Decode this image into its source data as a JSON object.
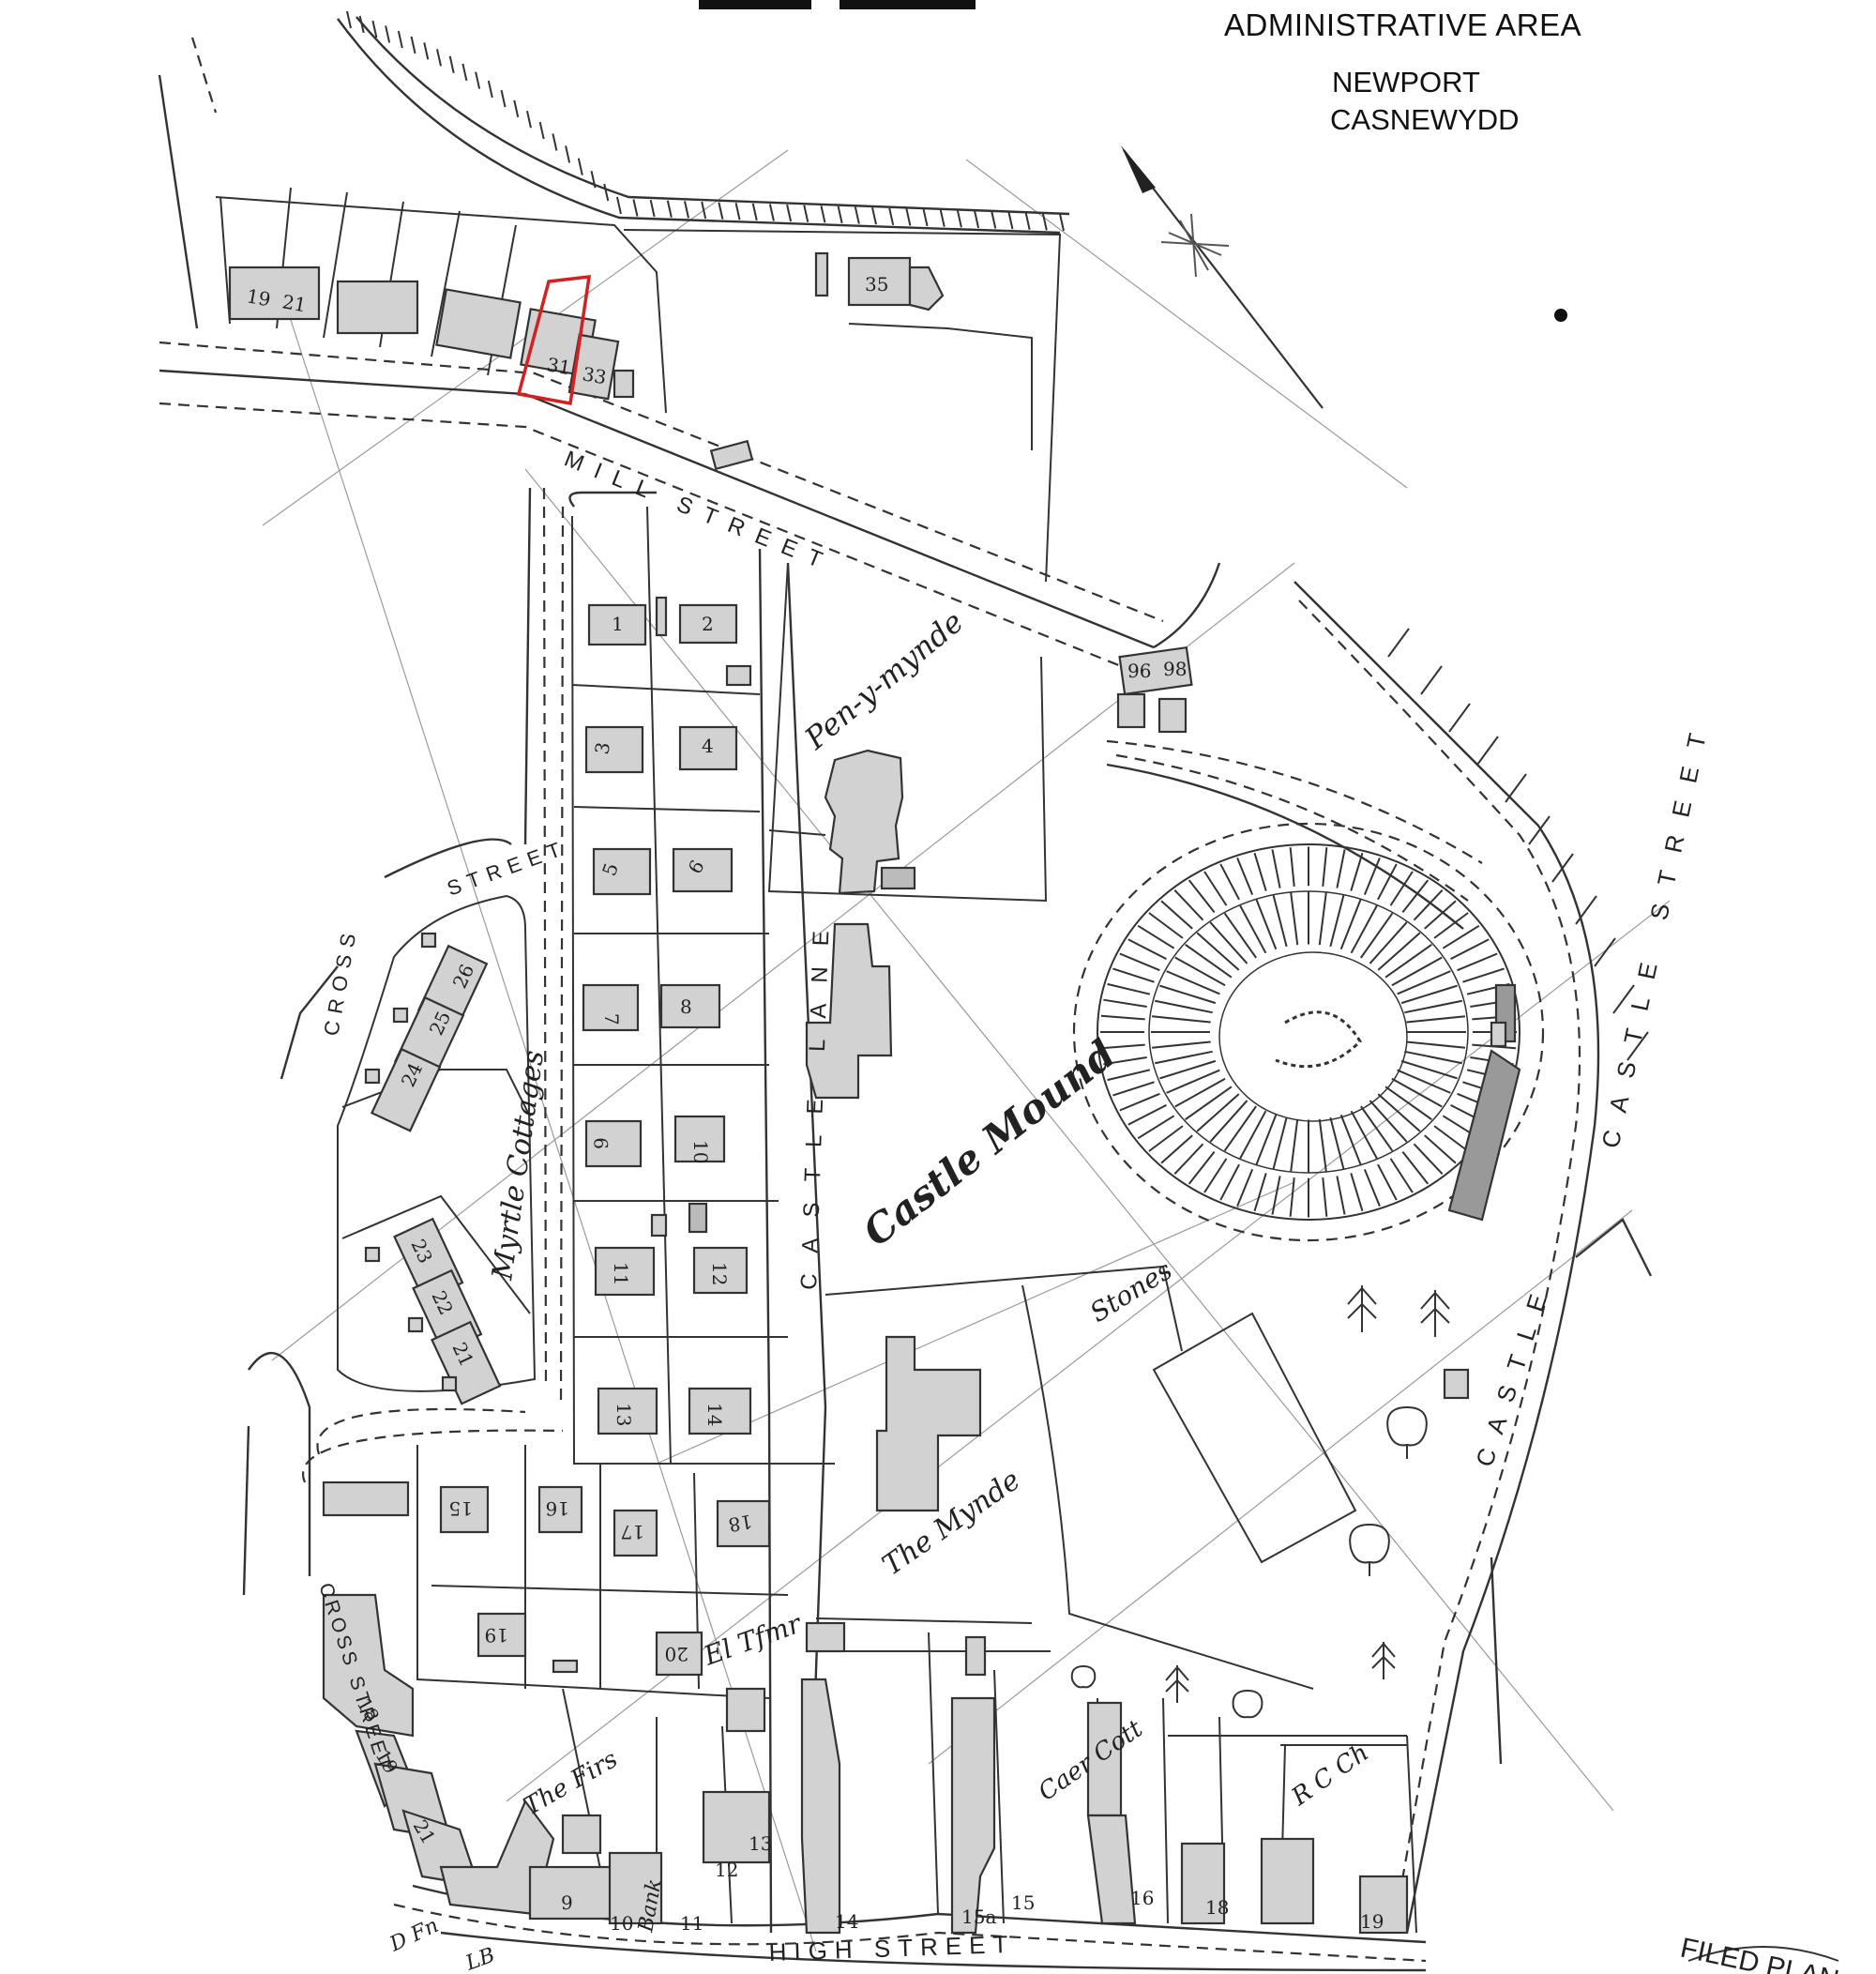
{
  "header": {
    "title": "ADMINISTRATIVE AREA",
    "area_en": "NEWPORT",
    "area_cy": "CASNEWYDD"
  },
  "map": {
    "streets": {
      "mill": "MILL STREET",
      "cross_upper": "CROSS",
      "cross_street_upper": "STREET",
      "castle_lane": "CASTLE LANE",
      "castle_street_upper": "CASTLE STREET",
      "castle_street_lower": "CASTLE",
      "cross_street_lower": "CROSS STREET",
      "high": "HIGH STREET"
    },
    "places": {
      "pen_y_mynde": "Pen-y-mynde",
      "castle_mound": "Castle Mound",
      "stones": "Stones",
      "myrtle_cottages": "Myrtle Cottages",
      "the_mynde": "The Mynde",
      "el_tfmr": "El Tfmr",
      "the_firs": "The Firs",
      "caer_cott": "Caer Cott",
      "rc_ch": "R C Ch",
      "bank": "Bank",
      "d_fn": "D Fn",
      "lb": "LB"
    },
    "stamp": "FILED PLAN",
    "highlighted_plot": "31",
    "highlight_color": "#d42020",
    "house_numbers": {
      "n19": "19",
      "n21": "21",
      "n31": "31",
      "n33": "33",
      "n35": "35",
      "n96": "96",
      "n98": "98",
      "p1": "1",
      "p2": "2",
      "p3": "3",
      "p4": "4",
      "p5": "5",
      "p6": "6",
      "p7": "7",
      "p8": "8",
      "p9": "9",
      "p10": "10",
      "p11": "11",
      "p12": "12",
      "p13": "13",
      "p14": "14",
      "m24": "24",
      "m25": "25",
      "m26": "26",
      "m21": "21",
      "m22": "22",
      "m23": "23",
      "s15": "15",
      "s16": "16",
      "s17": "17",
      "s18": "18",
      "s19": "19",
      "s20": "20",
      "c18": "18",
      "c19": "19",
      "c21": "21",
      "h9": "9",
      "h10": "10",
      "h11": "11",
      "h12": "12",
      "h13": "13",
      "h14": "14",
      "h15a": "15a",
      "h15": "15",
      "h16": "16",
      "h18": "18",
      "h19": "19"
    }
  }
}
